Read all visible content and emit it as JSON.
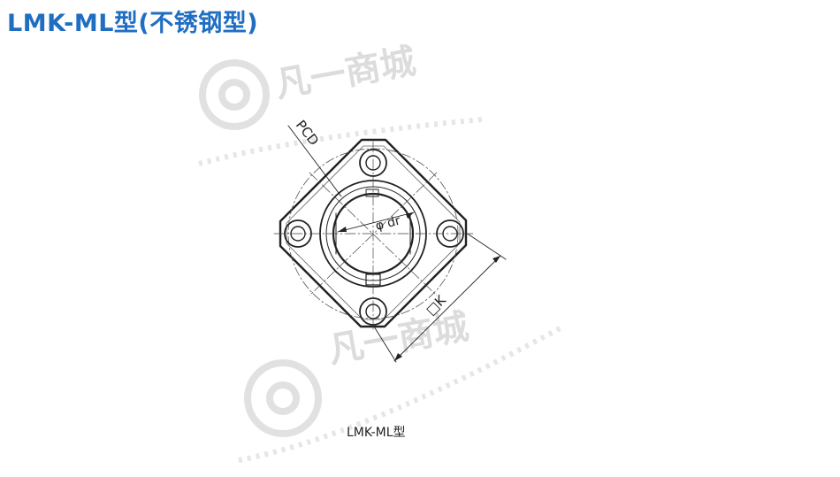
{
  "header": {
    "title": "LMK-ML型(不锈钢型)"
  },
  "watermark": {
    "text": "凡一商城"
  },
  "diagram": {
    "labels": {
      "pcd": "PCD",
      "bore": "φ dr",
      "square_size": "□K"
    },
    "caption": "LMK-ML型"
  }
}
